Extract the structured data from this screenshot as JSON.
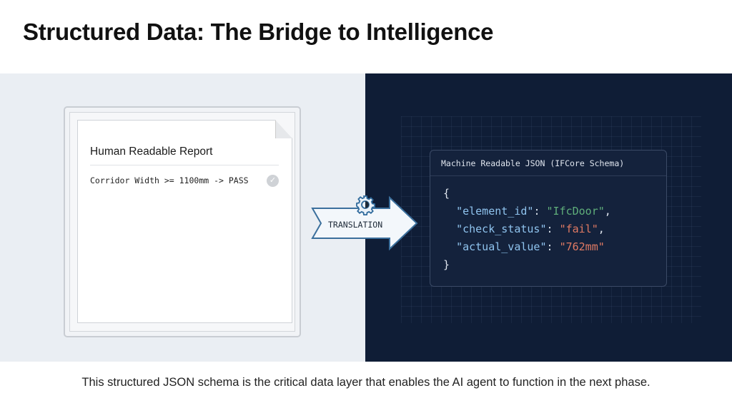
{
  "title": "Structured Data: The Bridge to Intelligence",
  "report": {
    "title": "Human Readable Report",
    "row": "Corridor Width >= 1100mm -> PASS",
    "status_icon": "check-circle-icon"
  },
  "translation": {
    "label": "TRANSLATION",
    "icon": "gear-icon"
  },
  "json_panel": {
    "header": "Machine Readable JSON (IFCore Schema)",
    "open": "{",
    "close": "}",
    "fields": [
      {
        "key": "\"element_id\"",
        "value": "\"IfcDoor\"",
        "sep": ",",
        "color": "#5fae7a"
      },
      {
        "key": "\"check_status\"",
        "value": "\"fail\"",
        "sep": ",",
        "color": "#e07a63"
      },
      {
        "key": "\"actual_value\"",
        "value": "\"762mm\"",
        "sep": "",
        "color": "#e07a63"
      }
    ]
  },
  "caption": "This structured JSON schema is the critical data layer that enables the AI agent to function in the next phase."
}
